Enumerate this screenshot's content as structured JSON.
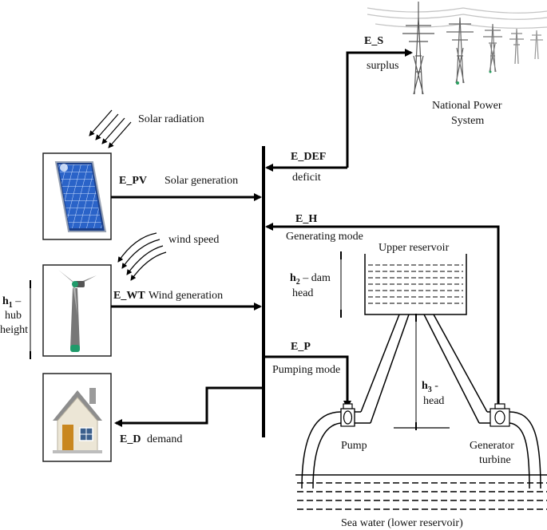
{
  "labels": {
    "solar_radiation": "Solar radiation",
    "e_pv": "E_PV",
    "solar_generation": "Solar generation",
    "wind_speed": "wind speed",
    "e_wt": "E_WT",
    "wind_generation": "Wind generation",
    "hub_h": "h",
    "hub_sub": "1",
    "hub_dash": " –",
    "hub_line2": "hub",
    "hub_line3": "height",
    "e_d": "E_D",
    "demand": "demand",
    "e_s": "E_S",
    "surplus": "surplus",
    "national_power_line1": "National Power",
    "national_power_line2": "System",
    "e_def": "E_DEF",
    "deficit": "deficit",
    "e_h": "E_H",
    "generating_mode": "Generating mode",
    "upper_reservoir": "Upper reservoir",
    "dam_h": "h",
    "dam_sub": "2",
    "dam_dash": " – dam",
    "dam_line2": "head",
    "e_p": "E_P",
    "pumping_mode": "Pumping mode",
    "head_h": "h",
    "head_sub": "3",
    "head_dash": " -",
    "head_line2": "head",
    "pump": "Pump",
    "generator_line1": "Generator",
    "generator_line2": "turbine",
    "sea_water": "Sea water (lower reservoir)"
  },
  "colors": {
    "line": "#000000",
    "panel_blue": "#2a63c8",
    "panel_dark": "#1b3f8a",
    "house_wall": "#ece6d6",
    "house_roof": "#8d8d8d",
    "door": "#c9871f",
    "window": "#3b5f8c",
    "turbine_base": "#1f9a6a"
  },
  "icons": [
    "solar-panel-icon",
    "wind-turbine-icon",
    "house-icon",
    "transmission-towers-icon",
    "pump-valve-icon",
    "turbine-valve-icon"
  ]
}
